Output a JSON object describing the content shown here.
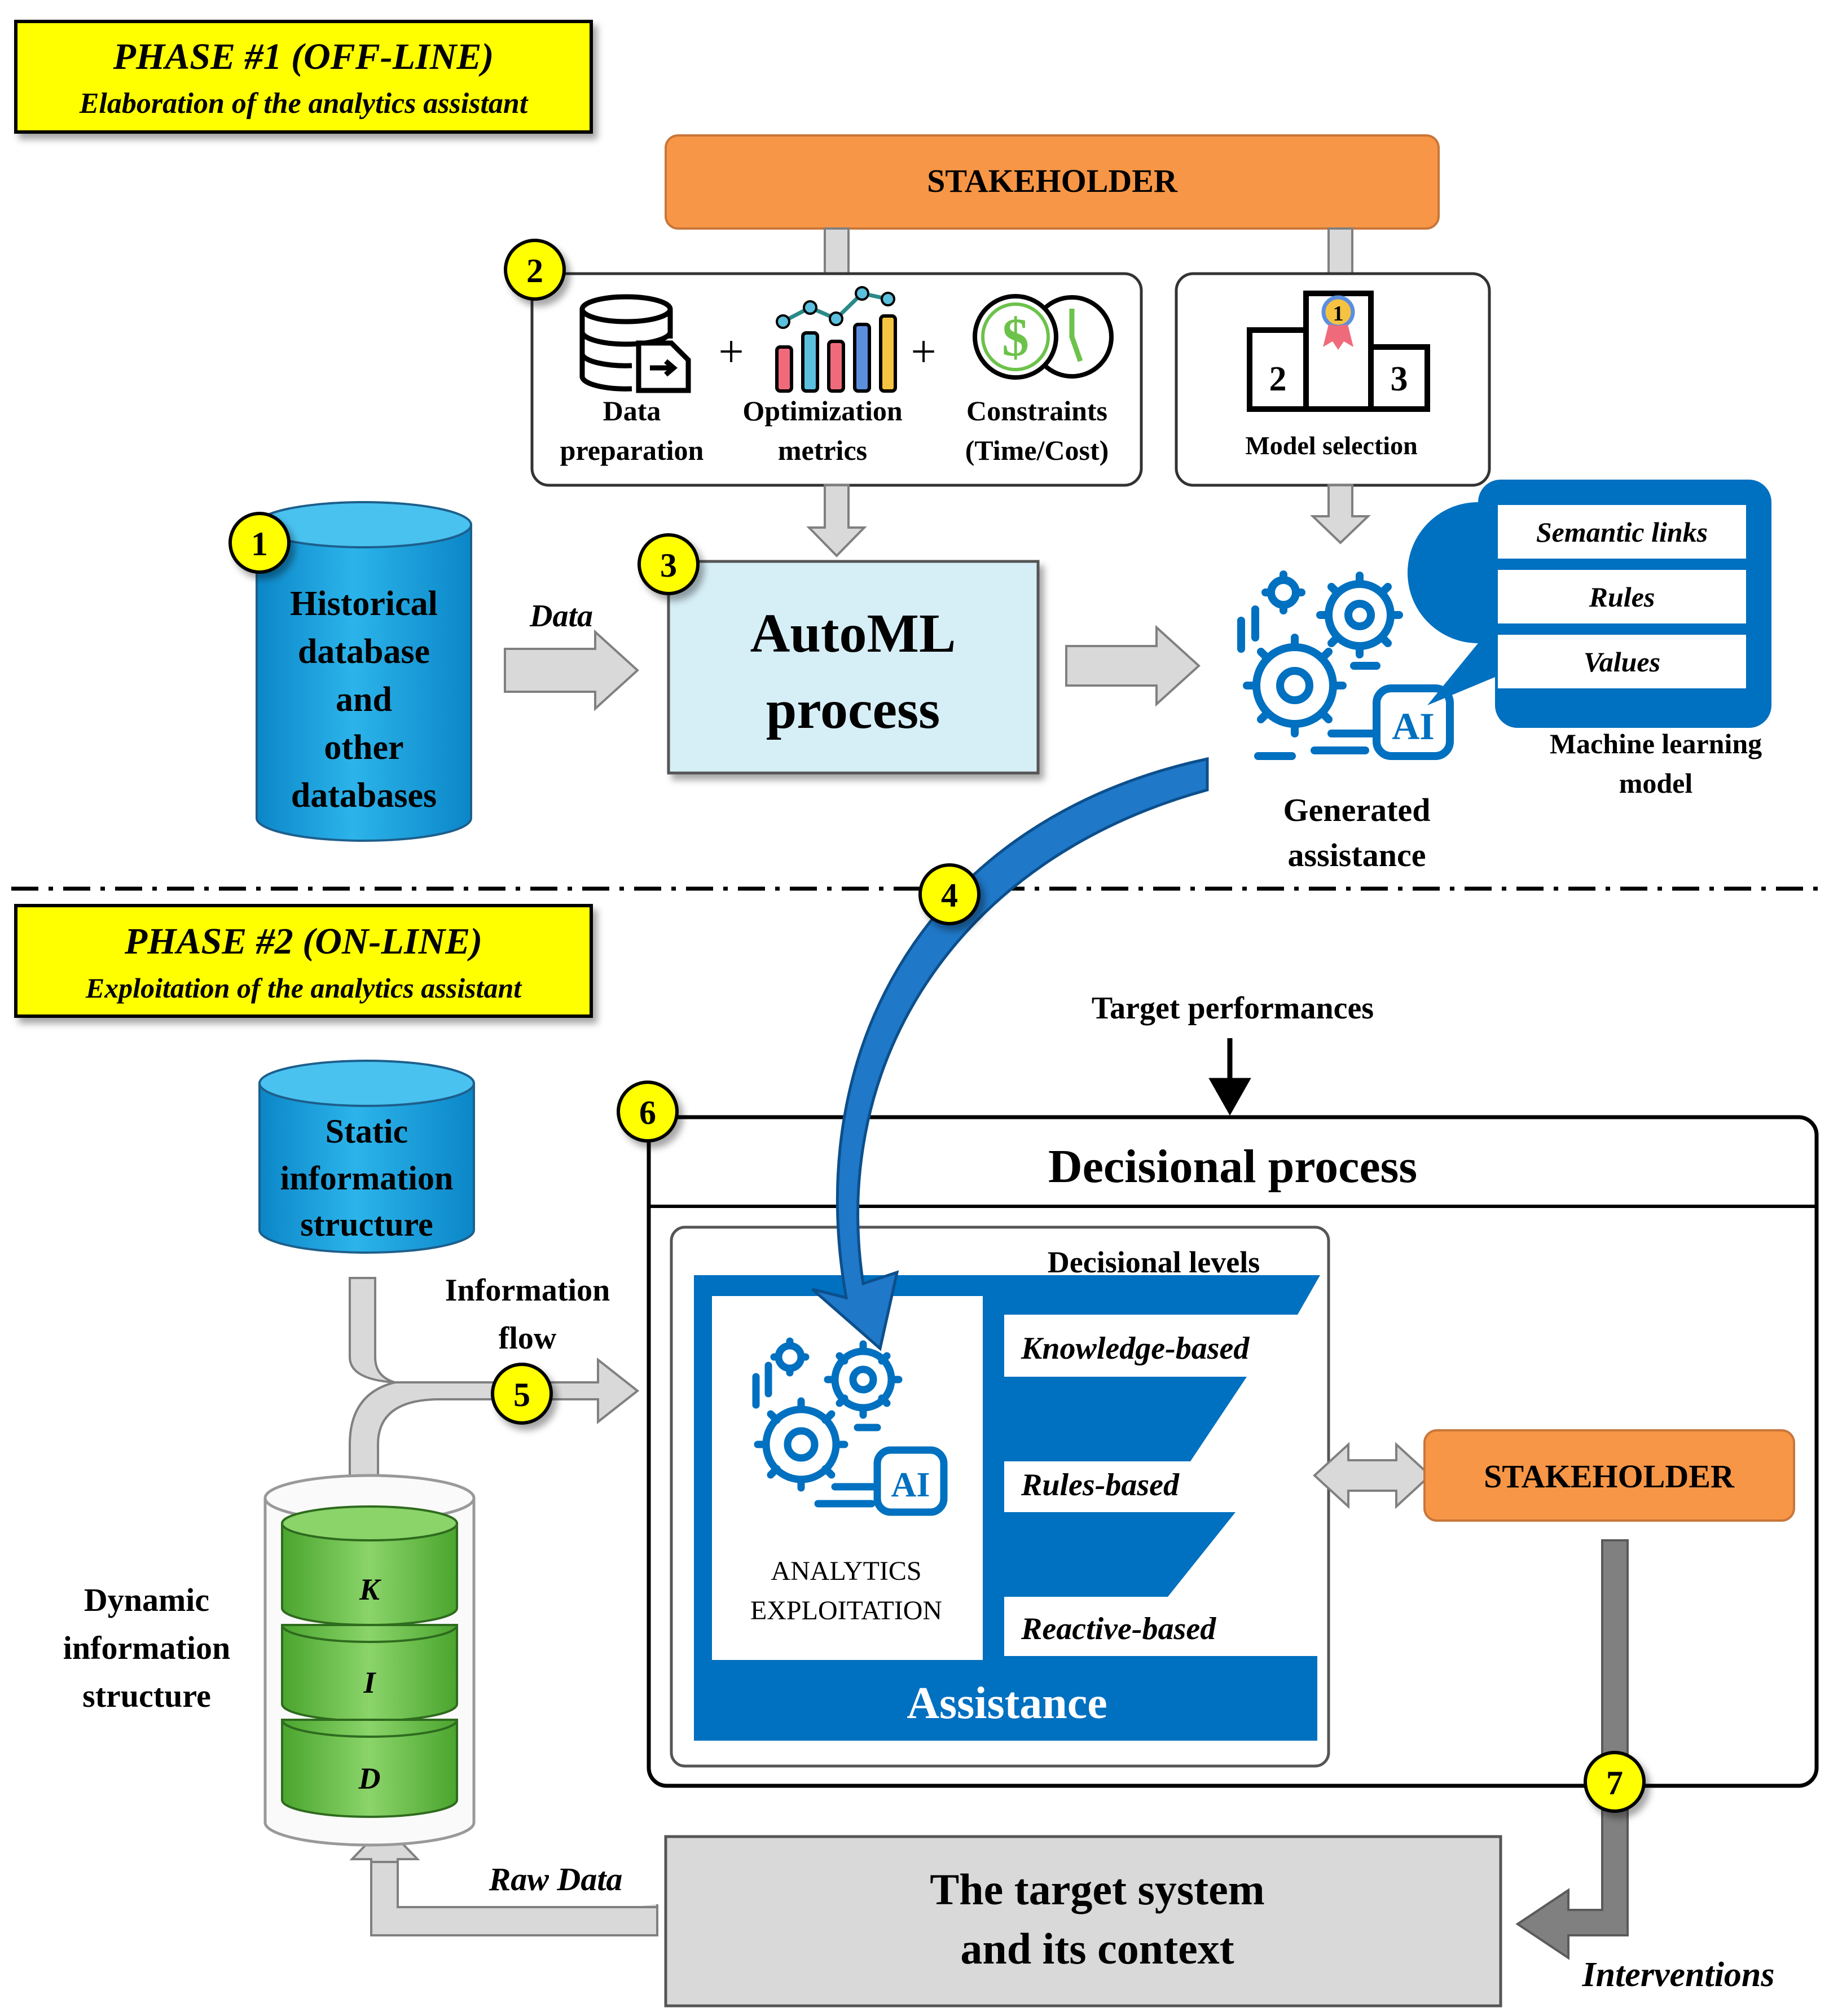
{
  "phase1": {
    "title": "PHASE #1 (OFF-LINE)",
    "subtitle": "Elaboration of the analytics assistant"
  },
  "phase2": {
    "title": "PHASE #2 (ON-LINE)",
    "subtitle": "Exploitation of the analytics assistant"
  },
  "stakeholder_top": "STAKEHOLDER",
  "stakeholder_right": "STAKEHOLDER",
  "steps": [
    "1",
    "2",
    "3",
    "4",
    "5",
    "6",
    "7"
  ],
  "inputs": {
    "data_prep": [
      "Data",
      "preparation"
    ],
    "optim": [
      "Optimization",
      "metrics"
    ],
    "constraints": [
      "Constraints",
      "(Time/Cost)"
    ],
    "plus": "+"
  },
  "model_selection": {
    "label": "Model selection",
    "podium": [
      "1",
      "2",
      "3"
    ]
  },
  "historical_db": [
    "Historical",
    "database",
    "and",
    "other",
    "databases"
  ],
  "data_label": "Data",
  "automl": [
    "AutoML",
    "process"
  ],
  "ml_model": {
    "items": [
      "Semantic links",
      "Rules",
      "Values"
    ],
    "caption": [
      "Machine learning",
      "model"
    ]
  },
  "generated_assistance": [
    "Generated",
    "assistance"
  ],
  "ai_badge": "AI",
  "target_performances": "Target performances",
  "decisional_process": "Decisional process",
  "decisional_levels": {
    "header": "Decisional levels",
    "levels": [
      "Knowledge-based",
      "Rules-based",
      "Reactive-based"
    ]
  },
  "analytics_exploitation": [
    "ANALYTICS",
    "EXPLOITATION"
  ],
  "assistance": "Assistance",
  "static_info": [
    "Static",
    "information",
    "structure"
  ],
  "info_flow": [
    "Information",
    "flow"
  ],
  "dynamic_info": [
    "Dynamic",
    "information",
    "structure"
  ],
  "kid": [
    "K",
    "I",
    "D"
  ],
  "raw_data": "Raw Data",
  "target_system": [
    "The target system",
    "and its context"
  ],
  "interventions": "Interventions",
  "colors": {
    "yellow": "#ffff00",
    "orange": "#f79646",
    "blue": "#0070c0",
    "cyan": "#1ea7e1",
    "light_blue": "#d6eef6",
    "green": "#6cc24a",
    "gray": "#d9d9d9"
  }
}
